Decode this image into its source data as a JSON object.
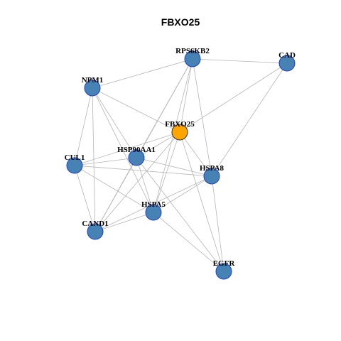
{
  "title": "FBXO25",
  "colors": {
    "node_fill": "#4682B4",
    "node_stroke": "#1F3FCC",
    "focus_fill": "#FFA500",
    "focus_stroke": "#333333",
    "edge": "#B5B5B5"
  },
  "nodes": [
    {
      "id": "RPS6KB2",
      "label": "RPS6KB2",
      "focus": false
    },
    {
      "id": "CAD",
      "label": "CAD",
      "focus": false
    },
    {
      "id": "NPM1",
      "label": "NPM1",
      "focus": false
    },
    {
      "id": "FBXO25",
      "label": "FBXO25",
      "focus": true
    },
    {
      "id": "HSP90AA1",
      "label": "HSP90AA1",
      "focus": false
    },
    {
      "id": "CUL1",
      "label": "CUL1",
      "focus": false
    },
    {
      "id": "HSPA8",
      "label": "HSPA8",
      "focus": false
    },
    {
      "id": "HSPA5",
      "label": "HSPA5",
      "focus": false
    },
    {
      "id": "CAND1",
      "label": "CAND1",
      "focus": false
    },
    {
      "id": "EGFR",
      "label": "EGFR",
      "focus": false
    }
  ],
  "edges": [
    [
      "RPS6KB2",
      "CAD"
    ],
    [
      "RPS6KB2",
      "NPM1"
    ],
    [
      "RPS6KB2",
      "FBXO25"
    ],
    [
      "RPS6KB2",
      "HSP90AA1"
    ],
    [
      "RPS6KB2",
      "HSPA8"
    ],
    [
      "RPS6KB2",
      "HSPA5"
    ],
    [
      "RPS6KB2",
      "CAND1"
    ],
    [
      "CAD",
      "FBXO25"
    ],
    [
      "CAD",
      "HSPA8"
    ],
    [
      "NPM1",
      "FBXO25"
    ],
    [
      "NPM1",
      "HSP90AA1"
    ],
    [
      "NPM1",
      "CUL1"
    ],
    [
      "NPM1",
      "HSPA5"
    ],
    [
      "NPM1",
      "CAND1"
    ],
    [
      "FBXO25",
      "HSP90AA1"
    ],
    [
      "FBXO25",
      "CUL1"
    ],
    [
      "FBXO25",
      "HSPA8"
    ],
    [
      "FBXO25",
      "HSPA5"
    ],
    [
      "FBXO25",
      "CAND1"
    ],
    [
      "FBXO25",
      "EGFR"
    ],
    [
      "HSP90AA1",
      "CUL1"
    ],
    [
      "HSP90AA1",
      "HSPA8"
    ],
    [
      "HSP90AA1",
      "HSPA5"
    ],
    [
      "HSP90AA1",
      "CAND1"
    ],
    [
      "HSP90AA1",
      "EGFR"
    ],
    [
      "CUL1",
      "HSPA8"
    ],
    [
      "CUL1",
      "HSPA5"
    ],
    [
      "CUL1",
      "CAND1"
    ],
    [
      "HSPA8",
      "HSPA5"
    ],
    [
      "HSPA8",
      "CAND1"
    ],
    [
      "HSPA8",
      "EGFR"
    ],
    [
      "HSPA5",
      "CAND1"
    ],
    [
      "HSPA5",
      "EGFR"
    ]
  ]
}
